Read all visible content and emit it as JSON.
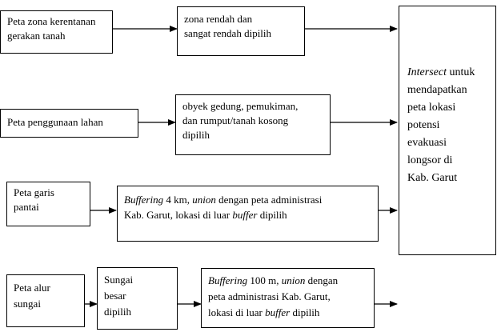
{
  "nodes": {
    "zona": {
      "line1": "Peta zona kerentanan",
      "line2": "gerakan tanah"
    },
    "zona_filter": {
      "line1": "zona rendah dan",
      "line2": "sangat rendah dipilih"
    },
    "lahan": {
      "line1": "Peta penggunaan lahan"
    },
    "lahan_filter": {
      "line1": "obyek gedung, pemukiman,",
      "line2": "dan rumput/tanah kosong",
      "line3": "dipilih"
    },
    "pantai": {
      "line1": "Peta garis",
      "line2": "pantai"
    },
    "pantai_buffer": {
      "l1_em": "Buffering",
      "l1_a": " 4 km, ",
      "l1_em2": "union",
      "l1_b": " dengan peta administrasi",
      "l2_a": "Kab. Garut, lokasi di luar ",
      "l2_em": "buffer",
      "l2_b": " dipilih"
    },
    "sungai": {
      "line1": "Peta alur",
      "line2": "sungai"
    },
    "sungai_filter": {
      "line1": "Sungai",
      "line2": "besar",
      "line3": "dipilih"
    },
    "sungai_buffer": {
      "l1_em": "Buffering",
      "l1_a": " 100 m, ",
      "l1_em2": "union",
      "l1_b": " dengan",
      "l2": "peta administrasi Kab. Garut,",
      "l3_a": "lokasi di luar ",
      "l3_em": "buffer",
      "l3_b": " dipilih"
    },
    "intersect": {
      "l1_em": "Intersect",
      "l1_a": " untuk",
      "l2": "mendapatkan",
      "l3": "peta lokasi",
      "l4": "potensi",
      "l5": "evakuasi",
      "l6": "longsor di",
      "l7": "Kab. Garut"
    }
  }
}
